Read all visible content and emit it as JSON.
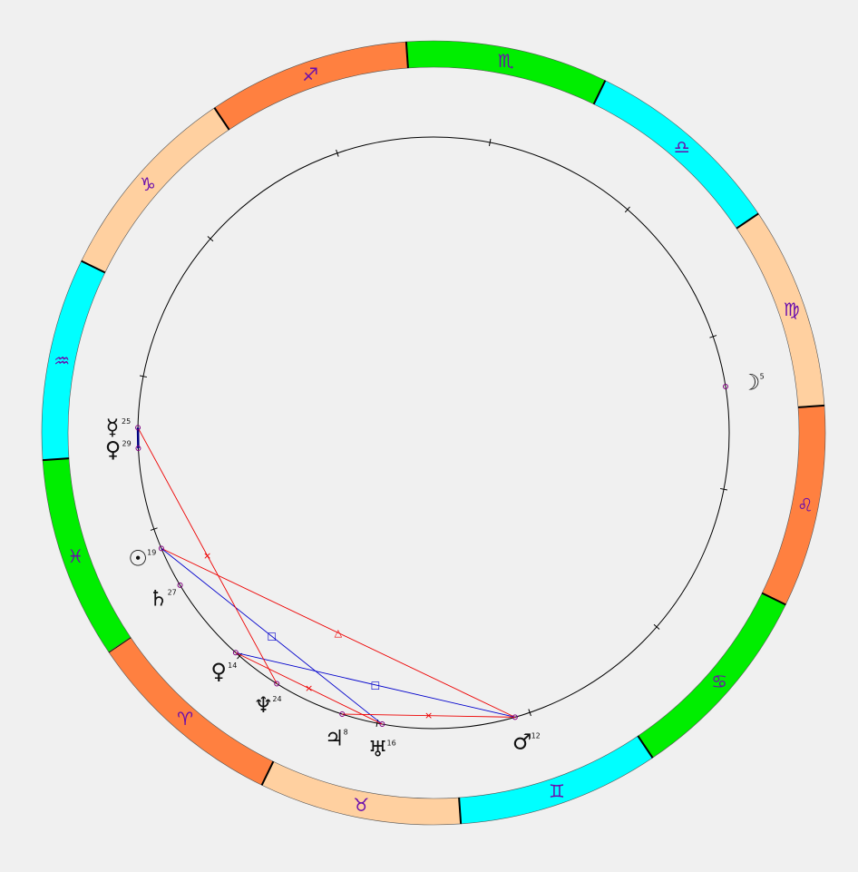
{
  "colors": {
    "background": "#f0f0f0",
    "fire": "#ff8040",
    "earth": "#ffd0a0",
    "air": "#00ffff",
    "water": "#00ee00",
    "sign_glyph": "#6a0dad",
    "hard_aspect": "#ee0000",
    "soft_aspect": "#0000cc",
    "conjunction": "#000080",
    "planet_marker": "#800080"
  },
  "signs": [
    {
      "name": "aries-sign",
      "glyph": "♈",
      "element": "fire"
    },
    {
      "name": "taurus-sign",
      "glyph": "♉",
      "element": "earth"
    },
    {
      "name": "gemini-sign",
      "glyph": "♊",
      "element": "air"
    },
    {
      "name": "cancer-sign",
      "glyph": "♋",
      "element": "water"
    },
    {
      "name": "leo-sign",
      "glyph": "♌",
      "element": "fire"
    },
    {
      "name": "virgo-sign",
      "glyph": "♍",
      "element": "earth"
    },
    {
      "name": "libra-sign",
      "glyph": "♎",
      "element": "air"
    },
    {
      "name": "scorpio-sign",
      "glyph": "♏",
      "element": "water"
    },
    {
      "name": "sagittarius-sign",
      "glyph": "♐",
      "element": "fire"
    },
    {
      "name": "capricorn-sign",
      "glyph": "♑",
      "element": "earth"
    },
    {
      "name": "aquarius-sign",
      "glyph": "♒",
      "element": "air"
    },
    {
      "name": "pisces-sign",
      "glyph": "♓",
      "element": "water"
    }
  ],
  "planets": [
    {
      "name": "sun",
      "glyph": "☉",
      "degree": "19",
      "longitude": 349
    },
    {
      "name": "moon",
      "glyph": "☽",
      "degree": "5",
      "longitude": 155
    },
    {
      "name": "mercury",
      "glyph": "☿",
      "degree": "25",
      "longitude": 325
    },
    {
      "name": "venus",
      "glyph": "♀",
      "degree": "14",
      "longitude": 14
    },
    {
      "name": "mars",
      "glyph": "♂",
      "degree": "12",
      "longitude": 72
    },
    {
      "name": "jupiter",
      "glyph": "♃",
      "degree": "8",
      "longitude": 38
    },
    {
      "name": "saturn",
      "glyph": "♄",
      "degree": "27",
      "longitude": 357
    },
    {
      "name": "uranus",
      "glyph": "♅",
      "degree": "16",
      "longitude": 46
    },
    {
      "name": "neptune",
      "glyph": "♆",
      "degree": "24",
      "longitude": 24
    },
    {
      "name": "pluto",
      "glyph": "♀",
      "degree": "29",
      "longitude": 329
    }
  ],
  "aspects": [
    {
      "from": "sun",
      "to": "mars",
      "type": "trine",
      "marker": "△"
    },
    {
      "from": "sun",
      "to": "uranus",
      "type": "square",
      "marker": "□"
    },
    {
      "from": "venus",
      "to": "mars",
      "type": "square",
      "marker": "□"
    },
    {
      "from": "venus",
      "to": "uranus",
      "type": "sextile",
      "marker": "×"
    },
    {
      "from": "jupiter",
      "to": "mars",
      "type": "sextile",
      "marker": "×"
    },
    {
      "from": "neptune",
      "to": "mercury",
      "type": "sextile",
      "marker": "×"
    },
    {
      "from": "mercury",
      "to": "pluto",
      "type": "conjunction",
      "marker": ""
    }
  ]
}
